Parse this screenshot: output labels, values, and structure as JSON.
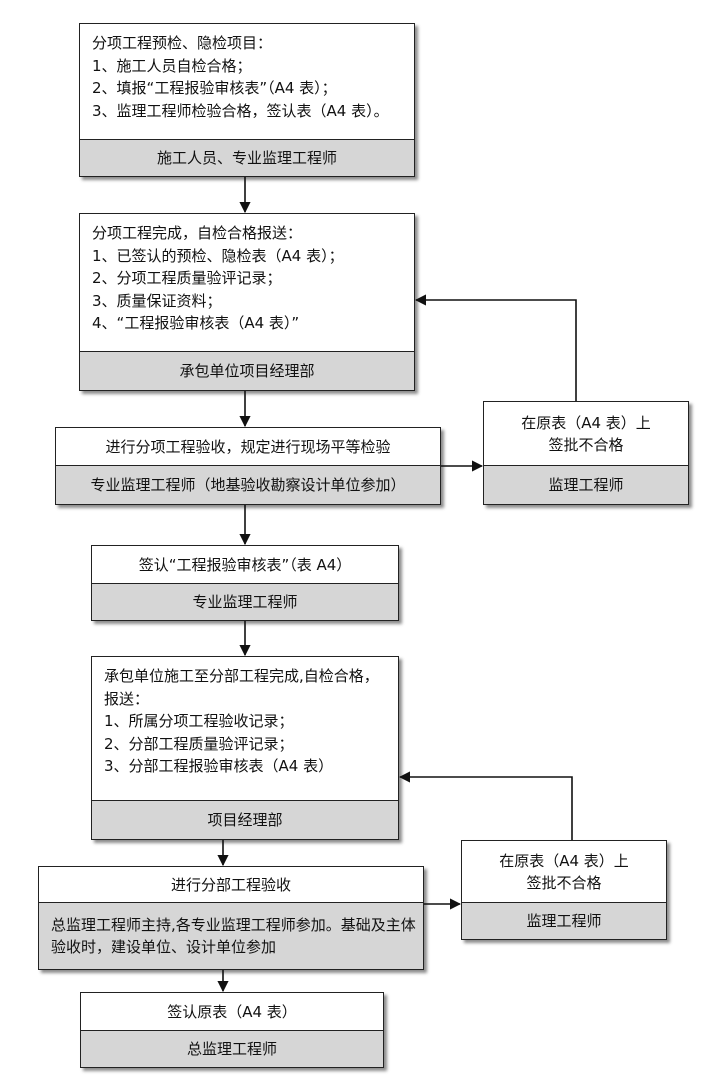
{
  "boxes": {
    "b1": {
      "lines": [
        "分项工程预检、隐检项目：",
        "1、施工人员自检合格；",
        "2、填报“工程报验审核表”（A4 表）；",
        "3、监理工程师检验合格，签认表（A4 表）。"
      ],
      "role": "施工人员、专业监理工程师"
    },
    "b2": {
      "lines": [
        "分项工程完成，自检合格报送：",
        "1、已签认的预检、隐检表（A4 表）；",
        "2、分项工程质量验评记录；",
        "3、质量保证资料；",
        "4、“工程报验审核表（A4 表）”"
      ],
      "role": "承包单位项目经理部"
    },
    "b3": {
      "text": "进行分项工程验收，规定进行现场平等检验",
      "role": "专业监理工程师（地基验收勘察设计单位参加）"
    },
    "r1": {
      "lines": [
        "在原表（A4 表）上",
        "签批不合格"
      ],
      "role": "监理工程师"
    },
    "b4": {
      "text": "签认“工程报验审核表”（表 A4）",
      "role": "专业监理工程师"
    },
    "b5": {
      "lines": [
        "承包单位施工至分部工程完成,自检合格，报送：",
        "1、所属分项工程验收记录；",
        "2、分部工程质量验评记录；",
        "3、分部工程报验审核表（A4 表）"
      ],
      "role": "项目经理部"
    },
    "b6": {
      "text": "进行分部工程验收",
      "role": "总监理工程师主持,各专业监理工程师参加。基础及主体验收时，建设单位、设计单位参加"
    },
    "r2": {
      "lines": [
        "在原表（A4 表）上",
        "签批不合格"
      ],
      "role": "监理工程师"
    },
    "b7": {
      "text": "签认原表（A4 表）",
      "role": "总监理工程师"
    }
  }
}
